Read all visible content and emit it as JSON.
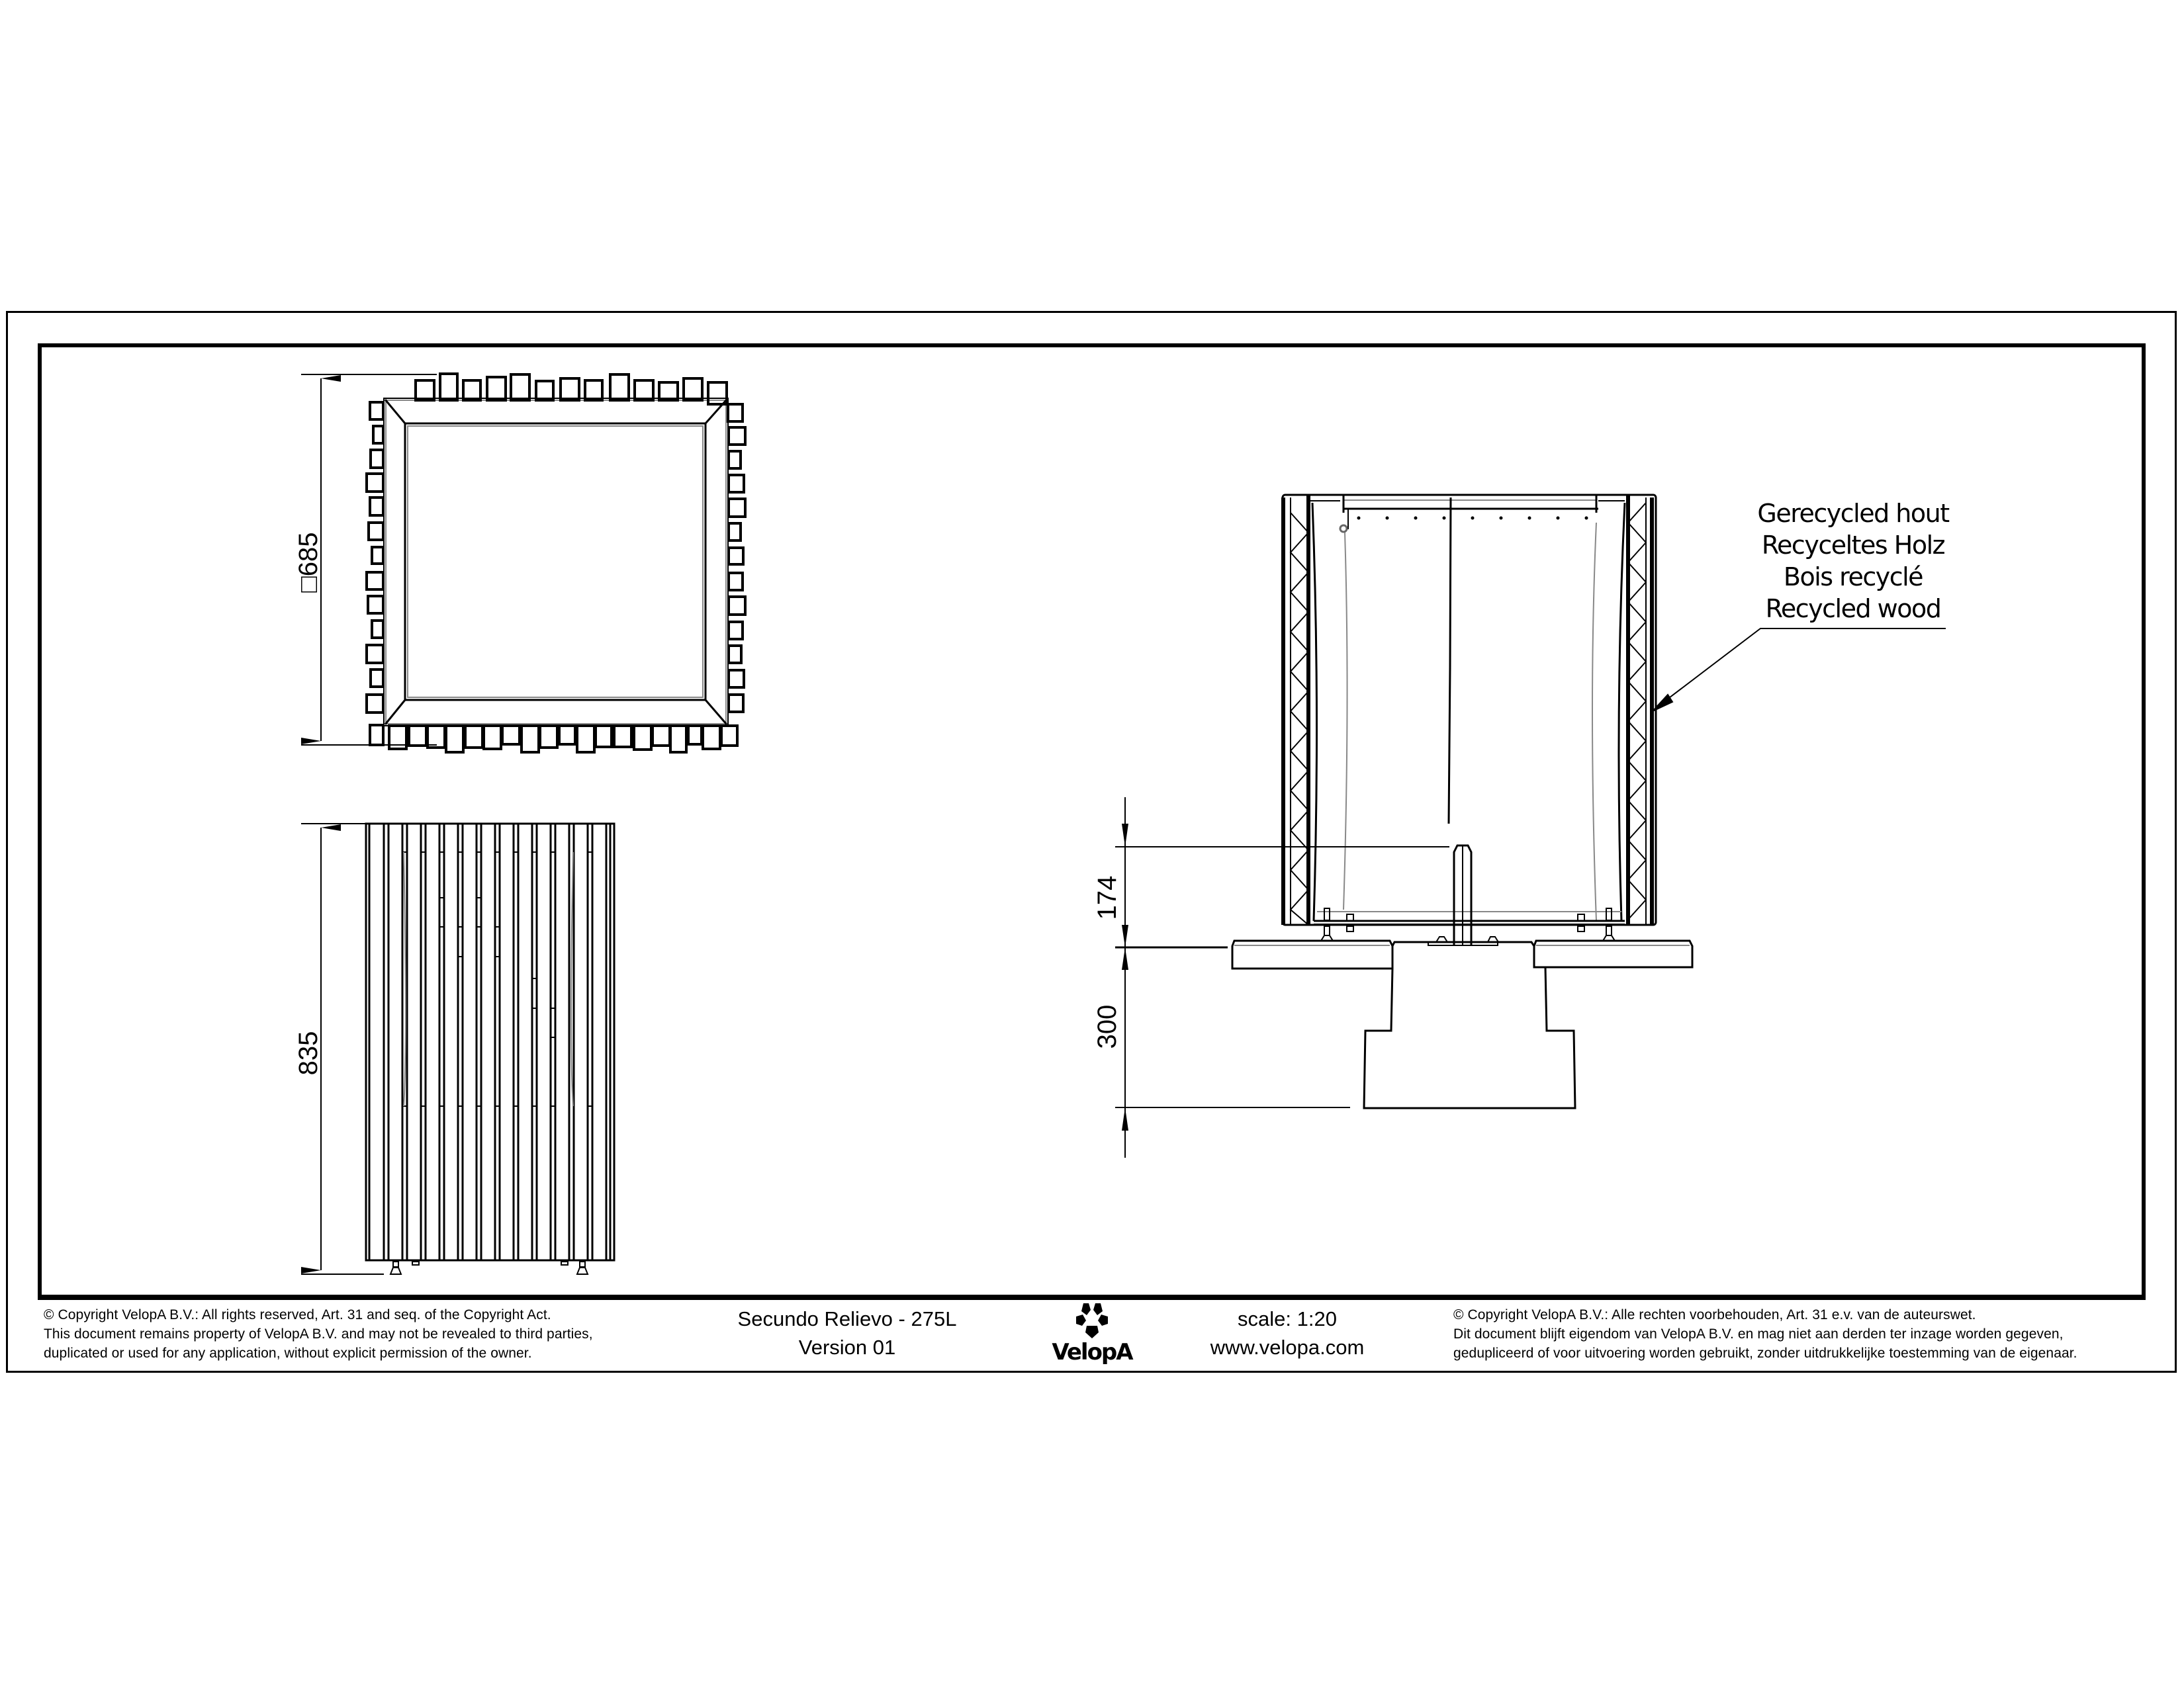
{
  "drawing": {
    "top_view": {
      "dimension_label": "□685",
      "dimension_value_mm": 685,
      "dimension_prefix": "square"
    },
    "front_view": {
      "dimension_label": "835",
      "dimension_value_mm": 835
    },
    "section_view": {
      "dimension_upper_label": "174",
      "dimension_upper_value_mm": 174,
      "dimension_lower_label": "300",
      "dimension_lower_value_mm": 300,
      "material_note": {
        "lines": [
          "Gerecycled hout",
          "Recyceltes Holz",
          "Bois recyclé",
          "Recycled wood"
        ]
      }
    }
  },
  "title_block": {
    "copyright_en": {
      "lines": [
        "©  Copyright VelopA B.V.: All rights reserved, Art. 31 and seq. of the Copyright Act.",
        "This document remains property of VelopA B.V. and may not be revealed to third parties,",
        "duplicated or used for any application, without explicit permission of the owner."
      ]
    },
    "product_name": "Secundo Relievo - 275L",
    "version": "Version 01",
    "logo_text": "VelopA",
    "logo_icon": "velopa-flower-logo-icon",
    "scale": "scale: 1:20",
    "website": "www.velopa.com",
    "copyright_nl": {
      "lines": [
        "©  Copyright VelopA B.V.: Alle rechten voorbehouden, Art. 31 e.v. van de auteurswet.",
        "Dit document blijft eigendom van VelopA B.V. en mag niet aan derden ter inzage worden gegeven,",
        "gedupliceerd of voor uitvoering worden gebruikt, zonder uitdrukkelijke toestemming van de eigenaar."
      ]
    }
  },
  "colors": {
    "ink": "#000000",
    "hidden_line": "#808080",
    "paper": "#ffffff"
  }
}
